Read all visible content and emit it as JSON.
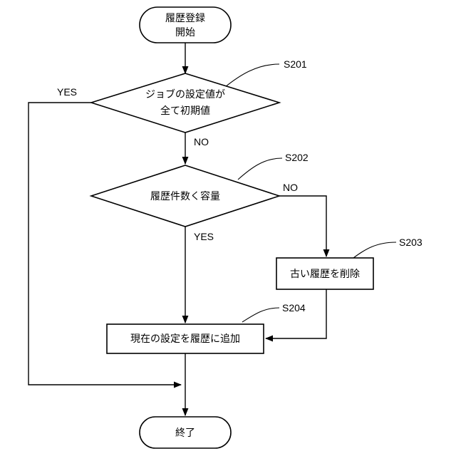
{
  "flowchart": {
    "start": {
      "line1": "履歴登録",
      "line2": "開始"
    },
    "decision1": {
      "line1": "ジョブの設定値が",
      "line2": "全て初期値",
      "step": "S201",
      "yes": "YES",
      "no": "NO"
    },
    "decision2": {
      "line1": "履歴件数く容量",
      "step": "S202",
      "yes": "YES",
      "no": "NO"
    },
    "process1": {
      "label": "古い履歴を削除",
      "step": "S203"
    },
    "process2": {
      "label": "現在の設定を履歴に追加",
      "step": "S204"
    },
    "end": {
      "label": "終了"
    }
  }
}
